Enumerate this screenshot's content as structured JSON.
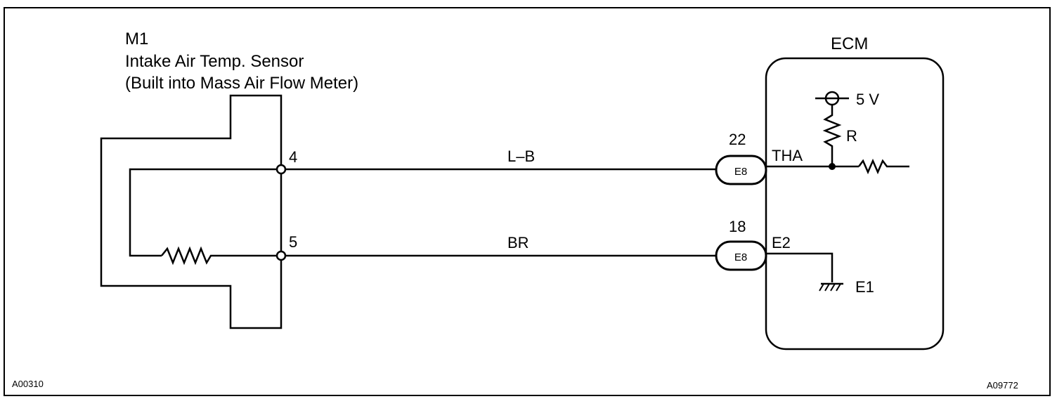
{
  "sensor": {
    "code": "M1",
    "name": "Intake Air Temp. Sensor",
    "note": "(Built into Mass Air Flow Meter)"
  },
  "ecm": {
    "title": "ECM",
    "voltage": "5 V",
    "resistor_label": "R",
    "terminal_tha": "THA",
    "terminal_e2": "E2",
    "ground_label": "E1"
  },
  "wires": [
    {
      "pin": "4",
      "color": "L–B",
      "ecm_pin": "22",
      "connector": "E8"
    },
    {
      "pin": "5",
      "color": "BR",
      "ecm_pin": "18",
      "connector": "E8"
    }
  ],
  "footer": {
    "left_code": "A00310",
    "right_code": "A09772"
  }
}
